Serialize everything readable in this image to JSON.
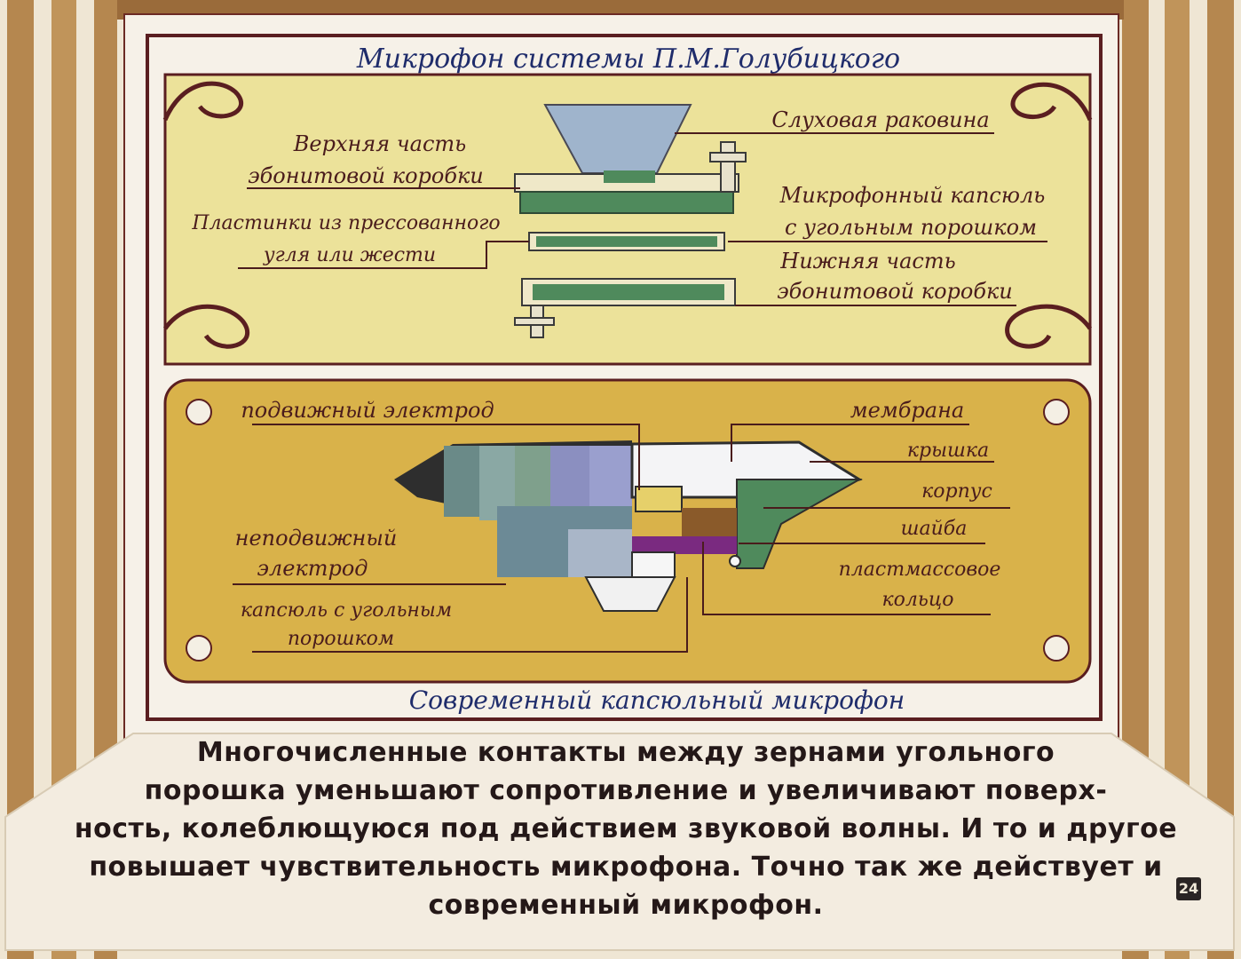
{
  "top_panel": {
    "title": "Микрофон системы П.М.Голубицкого",
    "labels": {
      "ear_horn": "Слуховая раковина",
      "upper_box_line1": "Верхняя часть",
      "upper_box_line2": "эбонитовой коробки",
      "plates_line1": "Пластинки из прессованного",
      "plates_line2": "угля или жести",
      "capsule_line1": "Микрофонный капсюль",
      "capsule_line2": "с угольным порошком",
      "lower_box_line1": "Нижняя часть",
      "lower_box_line2": "эбонитовой коробки"
    }
  },
  "bottom_panel": {
    "title": "Современный капсюльный микрофон",
    "labels": {
      "moving_electrode": "подвижный электрод",
      "fixed_electrode_line1": "неподвижный",
      "fixed_electrode_line2": "электрод",
      "capsule_line1": "капсюль с угольным",
      "capsule_line2": "порошком",
      "membrane": "мембрана",
      "cover": "крышка",
      "body": "корпус",
      "washer": "шайба",
      "ring_line1": "пластмассовое",
      "ring_line2": "кольцо"
    }
  },
  "caption": {
    "line1": "Многочисленные контакты между зернами угольного",
    "line2": "порошка уменьшают сопротивление и увеличивают поверх-",
    "line3": "ность, колеблющуюся под действием звуковой волны. И то и другое",
    "line4": "повышает чувствительность микрофона. Точно так же действует и",
    "line5": "современный микрофон."
  },
  "page_number": "24",
  "colors": {
    "frame_wood": "#b5874f",
    "ornament": "#5a1e20",
    "top_panel_fill": "#ece29a",
    "bottom_panel_fill": "#d9b24a",
    "label_text": "#4a1c1c",
    "title_text": "#1f2c6b",
    "green_part": "#4f8a5c",
    "horn_blue": "#9fb4cc"
  }
}
